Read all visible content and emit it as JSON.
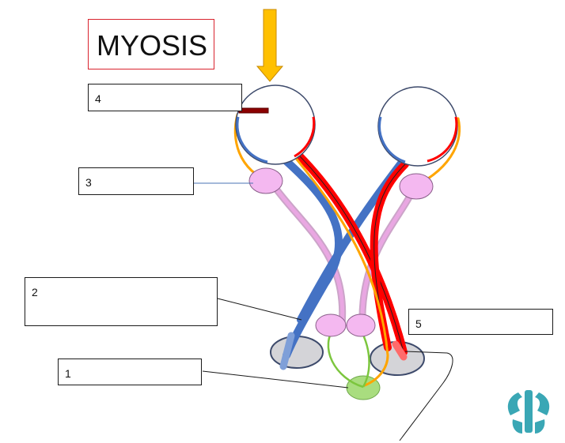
{
  "title": "MYOSIS",
  "labels": [
    "1",
    "2",
    "3",
    "4",
    "5"
  ],
  "colors": {
    "sympathetic_blue": "#4472c4",
    "parasympathetic_pink": "#d88ed0",
    "red_fiber": "#ff0000",
    "orange_fiber": "#ffa500",
    "green_fiber": "#7cc63e",
    "arrow_fill": "#ffc000",
    "arrow_stroke": "#c88a00",
    "dark_red_bar": "#8b0000",
    "title_border": "#d9232e",
    "logo_teal": "#3aa7b5"
  },
  "icons": [
    "down-arrow-icon",
    "spine-logo-icon"
  ]
}
